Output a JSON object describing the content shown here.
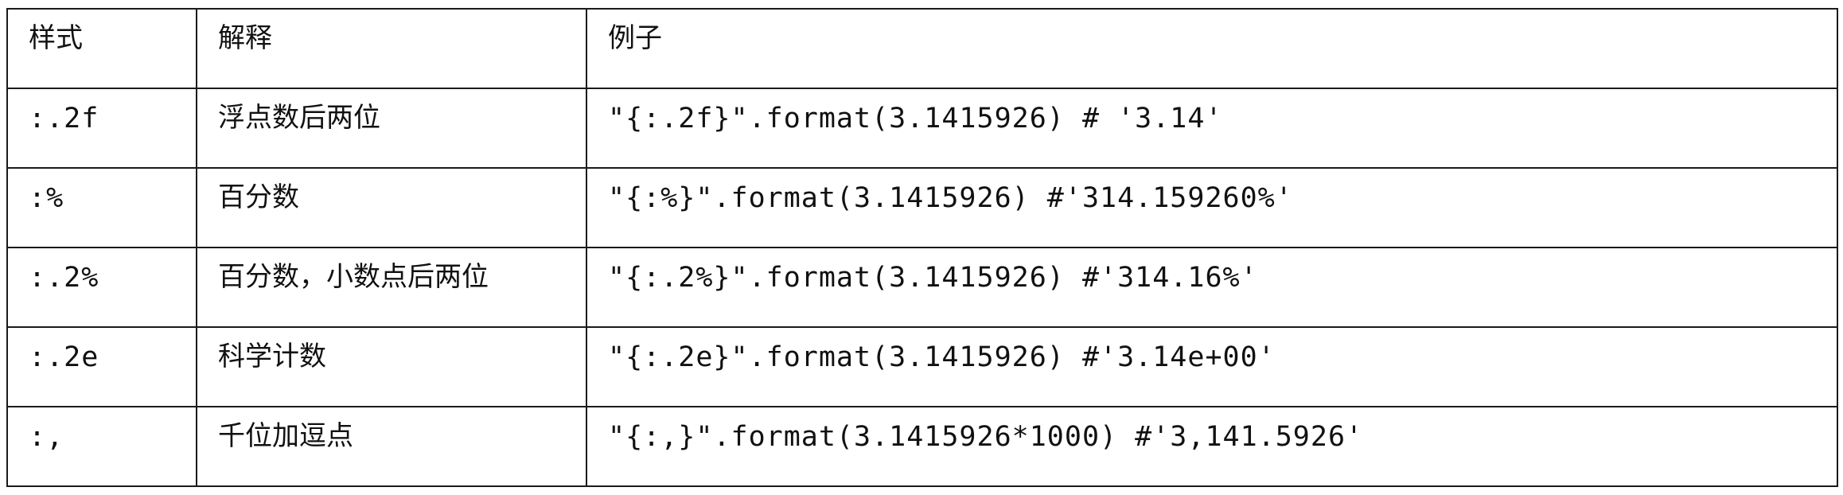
{
  "table": {
    "headers": {
      "style": "样式",
      "explanation": "解释",
      "example": "例子"
    },
    "rows": [
      {
        "style": ":.2f",
        "explanation": "浮点数后两位",
        "example": "\"{:.2f}\".format(3.1415926) # '3.14'"
      },
      {
        "style": ":%",
        "explanation": "百分数",
        "example": "\"{:%}\".format(3.1415926) #'314.159260%'"
      },
      {
        "style": ":.2%",
        "explanation": "百分数，小数点后两位",
        "example": "\"{:.2%}\".format(3.1415926) #'314.16%'"
      },
      {
        "style": ":.2e",
        "explanation": "科学计数",
        "example": "\"{:.2e}\".format(3.1415926) #'3.14e+00'"
      },
      {
        "style": ":,",
        "explanation": "千位加逗点",
        "example": "\"{:,}\".format(3.1415926*1000) #'3,141.5926'"
      }
    ]
  }
}
